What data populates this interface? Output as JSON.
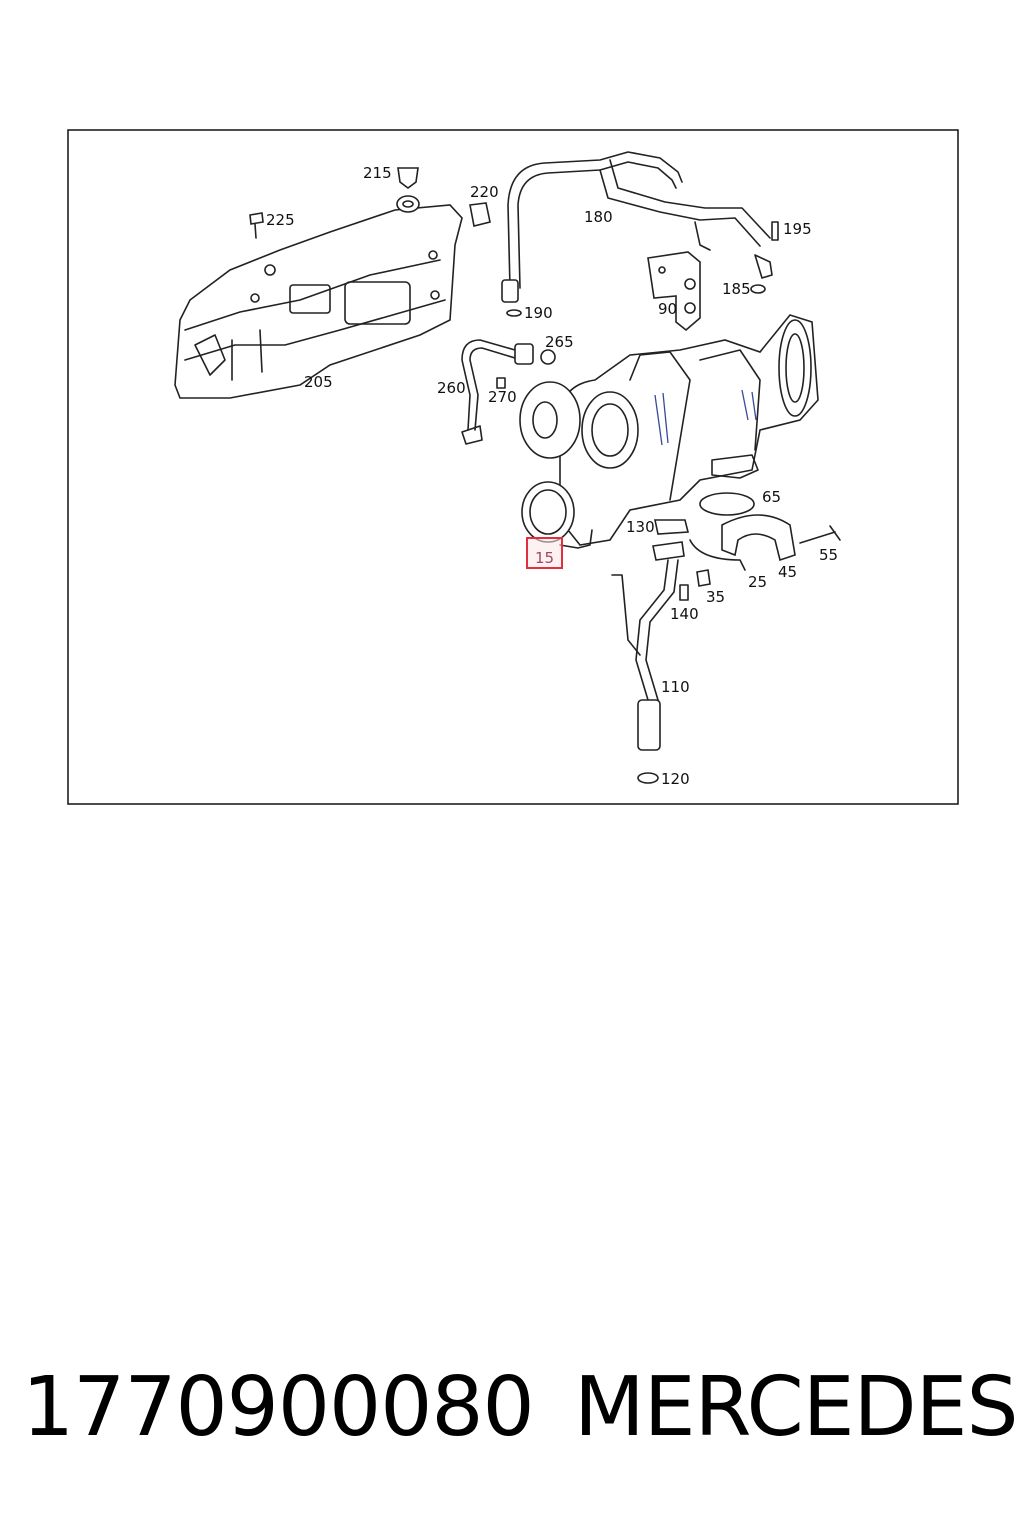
{
  "diagram": {
    "highlighted_callout": "15",
    "highlight_color": "#e03040",
    "callouts": [
      "215",
      "220",
      "225",
      "180",
      "195",
      "205",
      "190",
      "90",
      "185",
      "265",
      "260",
      "270",
      "65",
      "130",
      "55",
      "45",
      "25",
      "35",
      "140",
      "110",
      "120",
      "15"
    ]
  },
  "caption": {
    "part_number": "1770900080",
    "brand": "MERCEDES"
  }
}
